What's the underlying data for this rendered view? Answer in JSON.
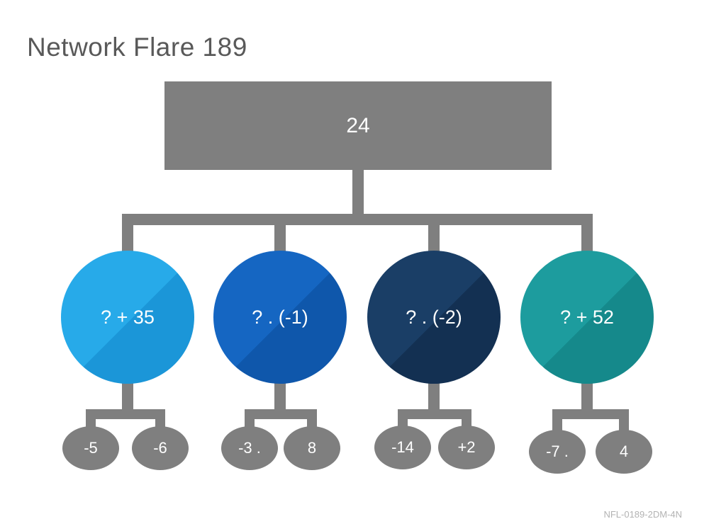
{
  "title": "Network Flare 189",
  "watermark": "NFL-0189-2DM-4N",
  "colors": {
    "connector": "#7f7f7f",
    "node_gray": "#7f7f7f",
    "title_text": "#595959"
  },
  "tree": {
    "root": {
      "label": "24"
    },
    "branches": [
      {
        "label": "? + 35",
        "color": "#27aae9",
        "color_dark": "#1b96d8",
        "children": [
          "-5",
          "-6"
        ]
      },
      {
        "label": "? . (-1)",
        "color": "#1566c2",
        "color_dark": "#0f57ab",
        "children": [
          "-3 .",
          "8"
        ]
      },
      {
        "label": "? . (-2)",
        "color": "#1a3e66",
        "color_dark": "#133052",
        "children": [
          "-14",
          "+2"
        ]
      },
      {
        "label": "? + 52",
        "color": "#1d9c9e",
        "color_dark": "#15898b",
        "children": [
          "-7 .",
          "4"
        ]
      }
    ]
  }
}
